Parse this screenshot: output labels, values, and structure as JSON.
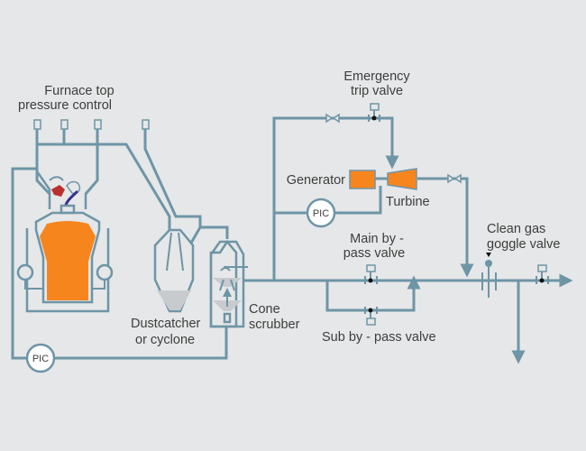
{
  "title": "Blast furnace top-gas pressure recovery turbine process diagram",
  "colors": {
    "background": "#e6e7e8",
    "pipe": "#6e95a6",
    "equipment_orange": "#f7851e",
    "hot_stove_red": "#b8312f",
    "hot_stove_blue": "#3a2f8a",
    "text": "#3d3d3d",
    "dust": "#c8cbce"
  },
  "labels": {
    "furnace_top_line1": "Furnace top",
    "furnace_top_line2": "pressure control",
    "emergency_line1": "Emergency",
    "emergency_line2": "trip valve",
    "generator": "Generator",
    "turbine": "Turbine",
    "main_bypass_line1": "Main by -",
    "main_bypass_line2": "pass valve",
    "clean_gas_line1": "Clean gas",
    "clean_gas_line2": "goggle valve",
    "dustcatcher_line1": "Dustcatcher",
    "dustcatcher_line2": "or cyclone",
    "cone_line1": "Cone",
    "cone_line2": "scrubber",
    "sub_bypass": "Sub by - pass valve",
    "pic_left": "PIC",
    "pic_turbine": "PIC"
  },
  "components": [
    {
      "id": "blast-furnace",
      "label": "Blast furnace"
    },
    {
      "id": "dustcatcher",
      "label": "Dustcatcher or cyclone"
    },
    {
      "id": "cone-scrubber",
      "label": "Cone scrubber"
    },
    {
      "id": "generator",
      "label": "Generator"
    },
    {
      "id": "turbine",
      "label": "Turbine"
    },
    {
      "id": "emergency-trip-valve",
      "label": "Emergency trip valve"
    },
    {
      "id": "main-bypass-valve",
      "label": "Main by - pass valve"
    },
    {
      "id": "sub-bypass-valve",
      "label": "Sub by - pass valve"
    },
    {
      "id": "clean-gas-goggle-valve",
      "label": "Clean gas goggle valve"
    },
    {
      "id": "pic-furnace",
      "label": "PIC"
    },
    {
      "id": "pic-turbine",
      "label": "PIC"
    }
  ]
}
